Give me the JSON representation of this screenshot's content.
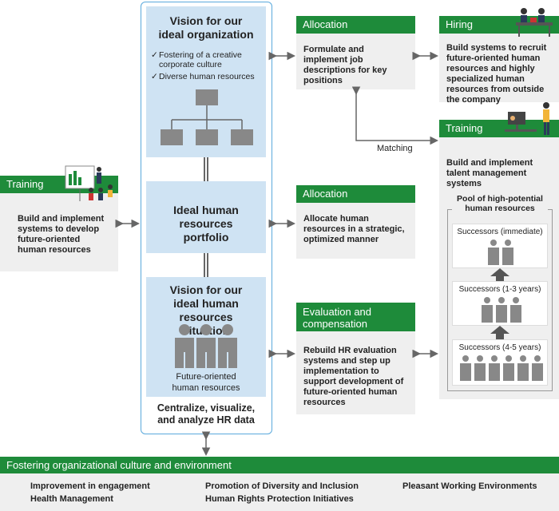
{
  "center": {
    "vision_org_title": "Vision for our ideal organization",
    "checks": [
      "Fostering of a creative corporate culture",
      "Diverse human resources"
    ],
    "portfolio_title": "Ideal human resources portfolio",
    "vision_situation_title": "Vision for our ideal human resources situation",
    "future_oriented": "Future-oriented human resources",
    "footer": "Centralize, visualize, and analyze HR data"
  },
  "left_training": {
    "header": "Training",
    "text": "Build and implement systems to develop future-oriented human resources"
  },
  "allocation1": {
    "header": "Allocation",
    "text": "Formulate and implement job descriptions for key positions"
  },
  "hiring": {
    "header": "Hiring",
    "text": "Build systems to recruit future-oriented human resources and highly specialized human resources from outside the company"
  },
  "matching_label": "Matching",
  "right_training": {
    "header": "Training",
    "text": "Build and implement talent management systems",
    "pool_title": "Pool of high-potential human resources",
    "successors": [
      "Successors (immediate)",
      "Successors (1-3 years)",
      "Successors (4-5 years)"
    ]
  },
  "allocation2": {
    "header": "Allocation",
    "text": "Allocate human resources in a strategic, optimized manner"
  },
  "evaluation": {
    "header": "Evaluation and compensation",
    "text": "Rebuild HR evaluation systems and step up implementation to support development of future-oriented human resources"
  },
  "bottom": {
    "header": "Fostering organizational culture and environment",
    "items": [
      "Improvement in engagement",
      "Health Management",
      "Promotion of Diversity and Inclusion",
      "Human Rights Protection Initiatives",
      "Pleasant Working Environments"
    ]
  },
  "colors": {
    "green": "#1e8b3a",
    "blue_panel": "#cfe3f3",
    "gray_box": "#efefef",
    "center_border": "#5aa9dc"
  }
}
